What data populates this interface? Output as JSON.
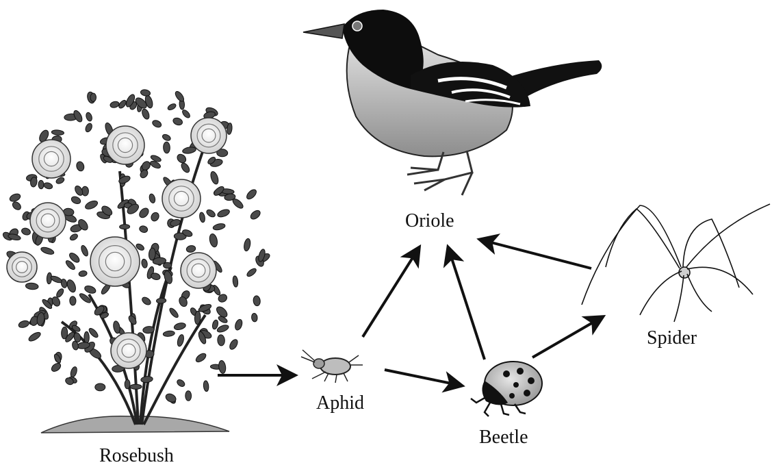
{
  "organisms": {
    "rosebush": "Rosebush",
    "aphid": "Aphid",
    "oriole": "Oriole",
    "beetle": "Beetle",
    "spider": "Spider"
  },
  "arrows": [
    {
      "from": "rosebush",
      "to": "aphid"
    },
    {
      "from": "aphid",
      "to": "oriole"
    },
    {
      "from": "aphid",
      "to": "beetle"
    },
    {
      "from": "beetle",
      "to": "oriole"
    },
    {
      "from": "beetle",
      "to": "spider"
    },
    {
      "from": "spider",
      "to": "oriole"
    }
  ],
  "colors": {
    "ink": "#111111",
    "leaf": "#4a4a4a",
    "bloom": "#f2f2f2",
    "ground": "#a8a8a8"
  }
}
